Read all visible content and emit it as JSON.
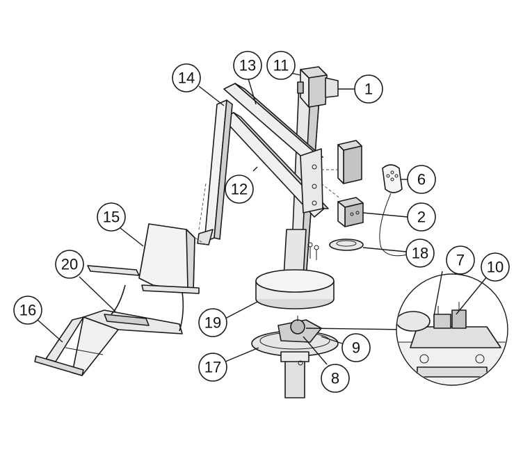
{
  "callouts": [
    {
      "id": "c1",
      "label": "1"
    },
    {
      "id": "c2",
      "label": "2"
    },
    {
      "id": "c6",
      "label": "6"
    },
    {
      "id": "c7",
      "label": "7"
    },
    {
      "id": "c8",
      "label": "8"
    },
    {
      "id": "c9",
      "label": "9"
    },
    {
      "id": "c10",
      "label": "10"
    },
    {
      "id": "c11",
      "label": "11"
    },
    {
      "id": "c12",
      "label": "12"
    },
    {
      "id": "c13",
      "label": "13"
    },
    {
      "id": "c14",
      "label": "14"
    },
    {
      "id": "c15",
      "label": "15"
    },
    {
      "id": "c16",
      "label": "16"
    },
    {
      "id": "c17",
      "label": "17"
    },
    {
      "id": "c18",
      "label": "18"
    },
    {
      "id": "c19",
      "label": "19"
    },
    {
      "id": "c20",
      "label": "20"
    }
  ],
  "colors": {
    "line": "#1a1a1a",
    "part_light": "#f2f2f2",
    "part_mid": "#d9d9d9",
    "part_dark": "#b3b3b3",
    "background": "#ffffff"
  }
}
